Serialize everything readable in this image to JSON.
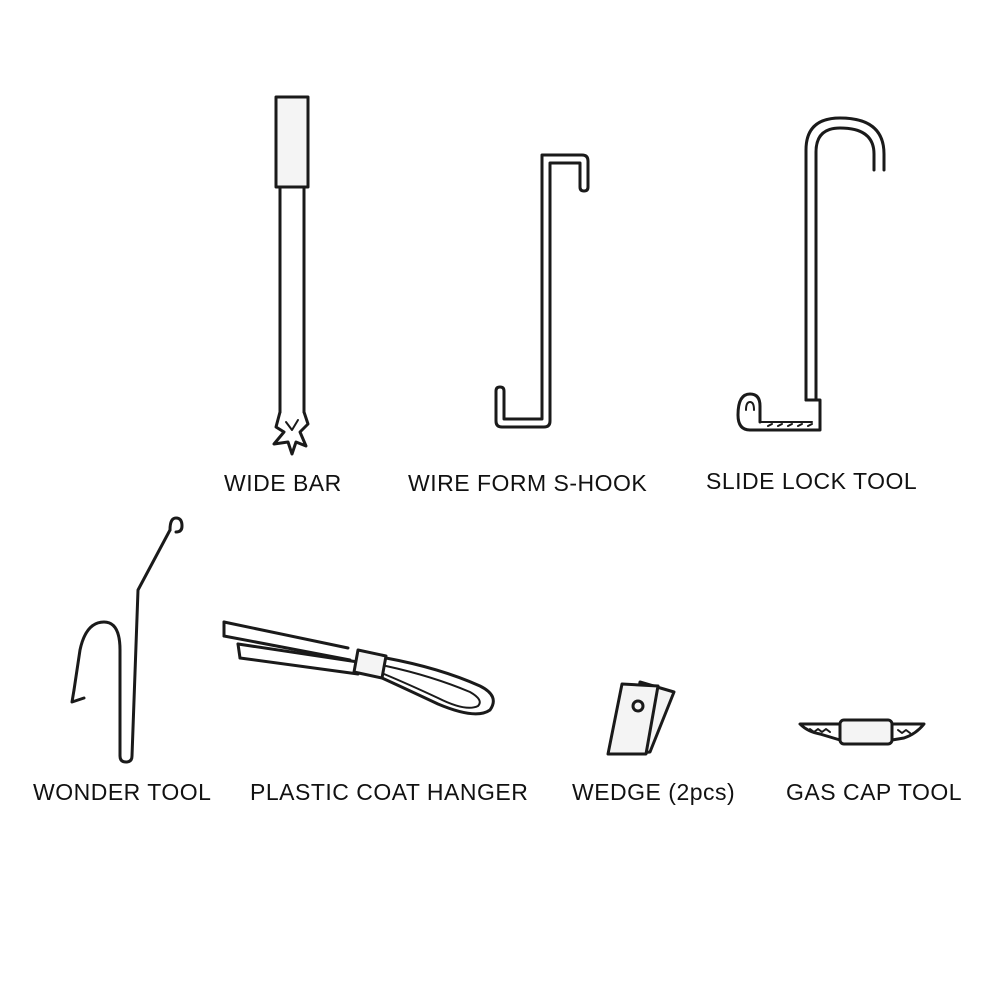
{
  "tools": {
    "wide_bar": {
      "label": "WIDE BAR"
    },
    "wire_form_s_hook": {
      "label": "WIRE FORM S-HOOK"
    },
    "slide_lock_tool": {
      "label": "SLIDE LOCK TOOL"
    },
    "wonder_tool": {
      "label": "WONDER TOOL"
    },
    "plastic_coat_hanger": {
      "label": "PLASTIC COAT HANGER"
    },
    "wedge": {
      "label": "WEDGE (2pcs)"
    },
    "gas_cap_tool": {
      "label": "GAS CAP TOOL"
    }
  }
}
